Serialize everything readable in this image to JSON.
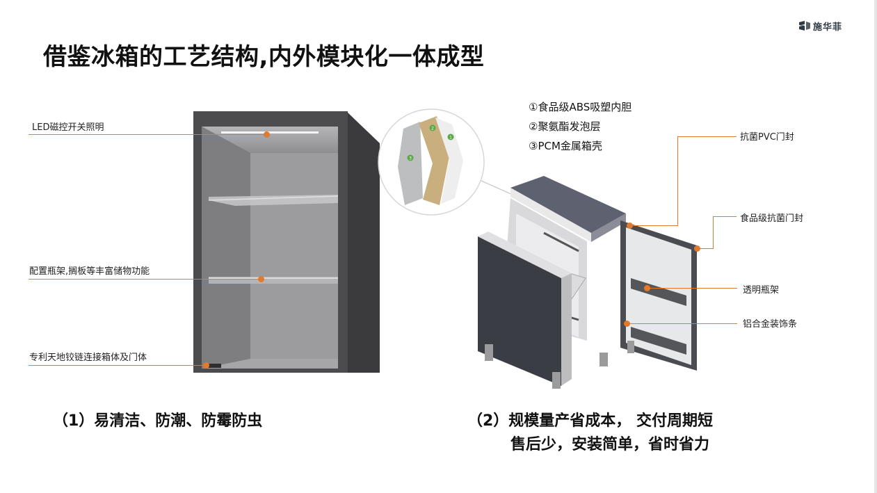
{
  "brand": {
    "name": "施华菲",
    "logo_icon": "brand-logo-mark"
  },
  "title": "借鉴冰箱的工艺结构,内外模块化一体成型",
  "left_callouts": [
    {
      "label": "LED磁控开关照明"
    },
    {
      "label": "配置瓶架,搁板等丰富储物功能"
    },
    {
      "label": "专利天地铰链连接箱体及门体"
    }
  ],
  "layers": [
    "①食品级ABS吸塑内胆",
    "②聚氨酯发泡层",
    "③PCM金属箱壳"
  ],
  "layer_badges": [
    "1",
    "2",
    "3"
  ],
  "right_callouts": [
    {
      "label": "抗菌PVC门封"
    },
    {
      "label": "食品级抗菌门封"
    },
    {
      "label": "透明瓶架"
    },
    {
      "label": "铝合金装饰条"
    }
  ],
  "bullets": {
    "left": "（1）易清洁、防潮、防霉防虫",
    "right_line1": "（2）规模量产省成本， 交付周期短",
    "right_line2": "售后少，安装简单，省时省力"
  },
  "colors": {
    "accent": "#e07a2c",
    "cabinet": "#4a4a4c",
    "interior": "#8b8b8d",
    "badge": "#5aa846"
  }
}
